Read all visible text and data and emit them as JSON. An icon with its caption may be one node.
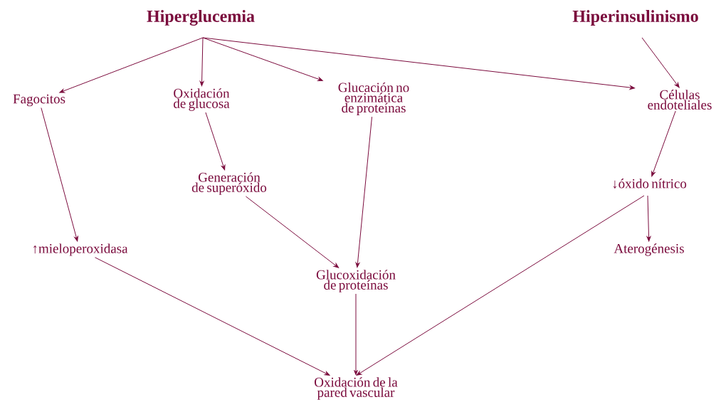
{
  "diagram": {
    "nodes": [
      {
        "text": [
          "Hiperglucemia"
        ]
      },
      {
        "text": [
          "Hiperinsulinismo"
        ]
      },
      {
        "text": [
          "Fagocitos"
        ]
      },
      {
        "text": [
          "Oxidación de glucosa"
        ]
      },
      {
        "text": [
          "Glucación no enzimática de proteínas"
        ]
      },
      {
        "text": [
          "Células endoteliales"
        ]
      },
      {
        "text": [
          "Generación de superóxido"
        ]
      },
      {
        "text": [
          "↑mieloperoxidasa"
        ]
      },
      {
        "text": [
          "↓óxido nítrico"
        ]
      },
      {
        "text": [
          "Aterogénesis"
        ]
      },
      {
        "text": [
          "Glucoxidación de proteínas"
        ]
      },
      {
        "text": [
          "Oxidación de la pared vascular"
        ]
      }
    ],
    "edges": [
      {
        "from": 0,
        "to": 2,
        "arrow": "to"
      },
      {
        "from": 0,
        "to": 3,
        "arrow": "to"
      },
      {
        "from": 0,
        "to": 4,
        "arrow": "to"
      },
      {
        "from": 0,
        "to": 5,
        "arrow": "to"
      },
      {
        "from": 1,
        "to": 5,
        "arrow": "to"
      },
      {
        "from": 2,
        "to": 7,
        "arrow": "to"
      },
      {
        "from": 3,
        "to": 6,
        "arrow": "to"
      },
      {
        "from": 4,
        "to": 10,
        "arrow": "to"
      },
      {
        "from": 6,
        "to": 10,
        "arrow": "to"
      },
      {
        "from": 5,
        "to": 8,
        "arrow": "to"
      },
      {
        "from": 8,
        "to": 9,
        "arrow": "to"
      },
      {
        "from": 8,
        "to": 11,
        "arrow": "to"
      },
      {
        "from": 7,
        "to": 11,
        "arrow": "to"
      },
      {
        "from": 10,
        "to": 11,
        "arrow": "to"
      }
    ]
  }
}
